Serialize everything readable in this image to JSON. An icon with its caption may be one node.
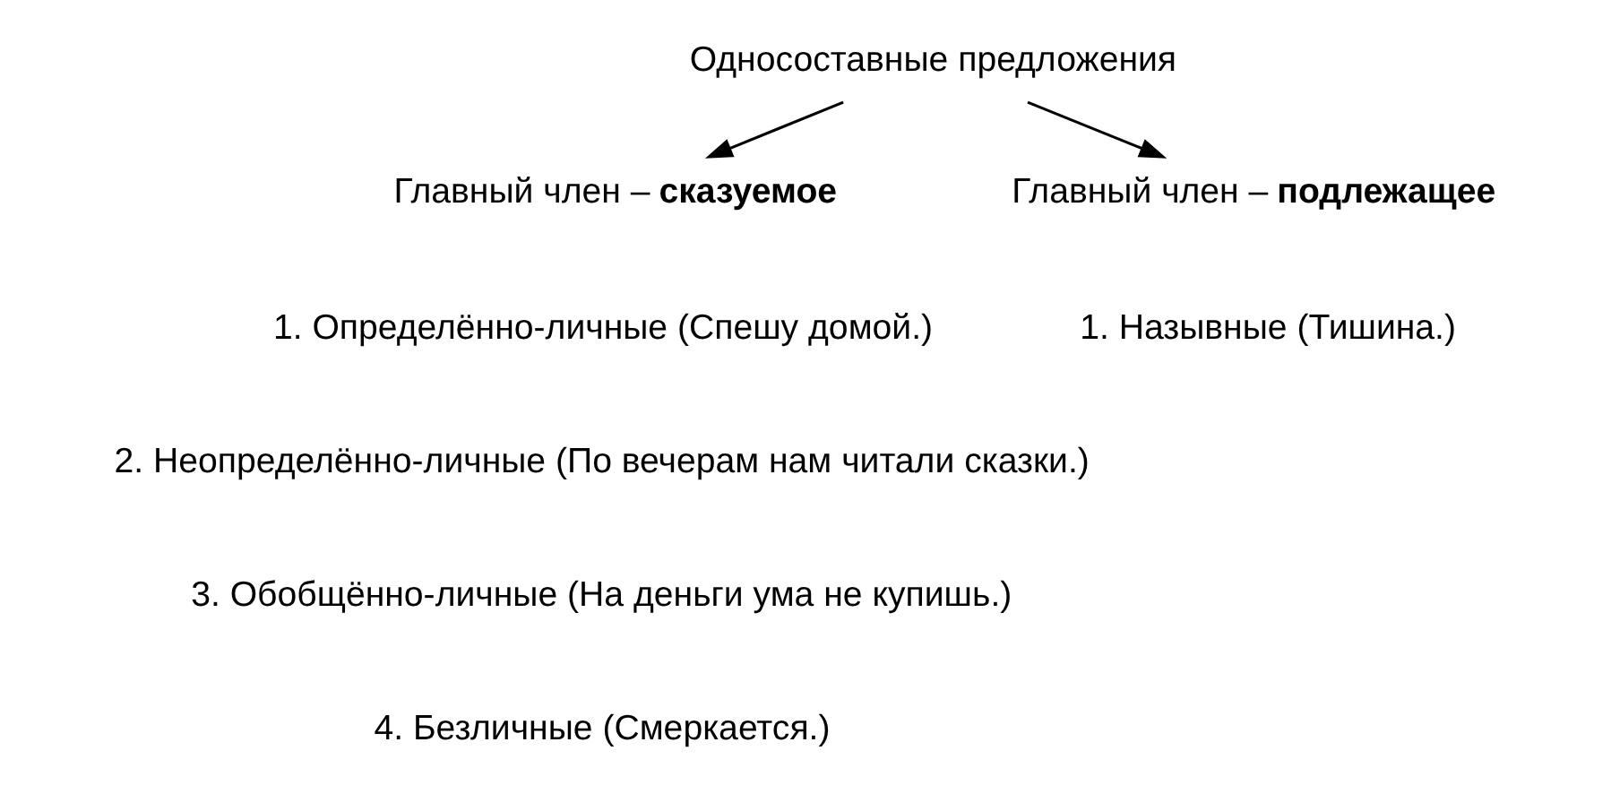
{
  "diagram": {
    "nodes": [
      {
        "text": [
          "Односоставные предложения"
        ]
      },
      {
        "text": [
          "Главный член – **сказуемое**"
        ]
      },
      {
        "text": [
          "Главный член – **подлежащее**"
        ]
      }
    ],
    "edges": [
      {
        "from": 0,
        "to": 1,
        "arrow": "to"
      },
      {
        "from": 0,
        "to": 2,
        "arrow": "to"
      }
    ],
    "labels": [
      "1. Определённо-личные (Спешу домой.)",
      "1. Назывные (Тишина.)",
      "2. Неопределённо-личные (По вечерам нам читали сказки.)",
      "3. Обобщённо-личные (На деньги ума не купишь.)",
      "4. Безличные (Смеркается.)"
    ]
  }
}
